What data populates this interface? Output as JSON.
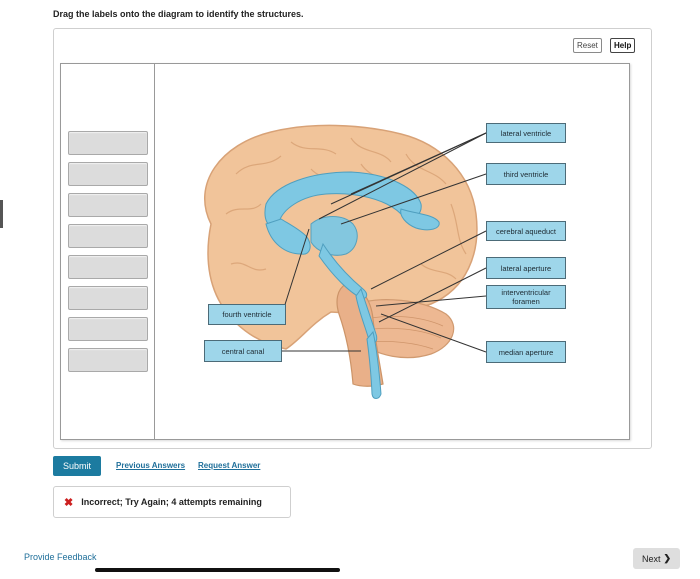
{
  "instructions": "Drag the labels onto the diagram to identify the structures.",
  "toolbar": {
    "reset_label": "Reset",
    "help_label": "Help"
  },
  "labels": {
    "lateral_ventricle": "lateral ventricle",
    "third_ventricle": "third ventricle",
    "cerebral_aqueduct": "cerebral aqueduct",
    "lateral_aperture": "lateral aperture",
    "interventricular_line1": "interventricular",
    "interventricular_line2": "foramen",
    "median_aperture": "median aperture",
    "fourth_ventricle": "fourth ventricle",
    "central_canal": "central canal"
  },
  "actions": {
    "submit_label": "Submit",
    "previous_answers_label": "Previous Answers",
    "request_answer_label": "Request Answer"
  },
  "feedback": {
    "message": "Incorrect; Try Again; 4 attempts remaining"
  },
  "footer": {
    "provide_feedback_label": "Provide Feedback",
    "next_label": "Next"
  },
  "colors": {
    "accent": "#1c7ba0",
    "label_bg": "#9ed6ea",
    "error": "#cc1f1f",
    "brain": "#f1c49a",
    "ventricle": "#7ec8e3"
  }
}
